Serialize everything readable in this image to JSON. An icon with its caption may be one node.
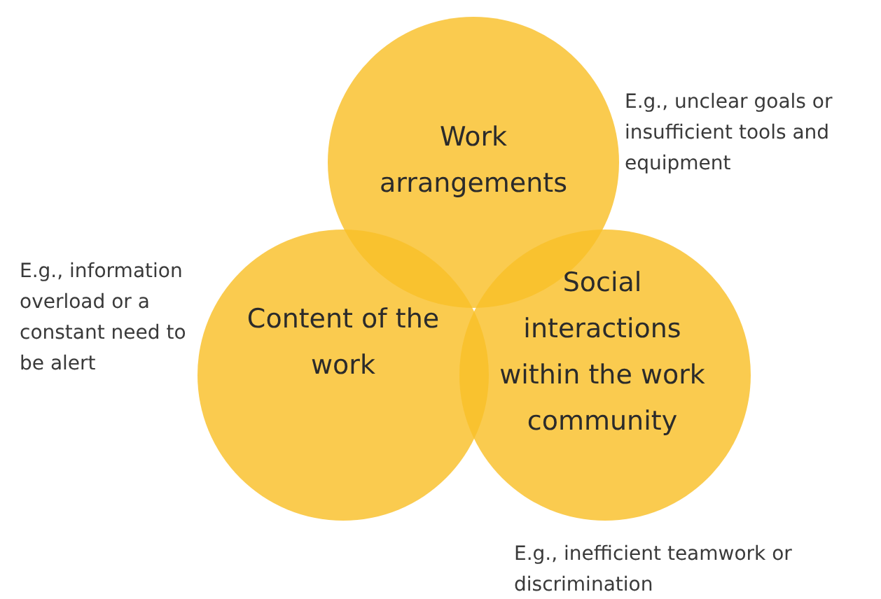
{
  "diagram": {
    "nodes": [
      {
        "text": [
          "Work arrangements"
        ],
        "beside": [
          "E.g., unclear goals or insufficient tools and equipment"
        ]
      },
      {
        "text": [
          "Content of the work"
        ],
        "beside": [
          "E.g., information overload or a constant need to be alert"
        ]
      },
      {
        "text": [
          "Social interactions within the work community"
        ],
        "beside": [
          "E.g., inefficient teamwork or discrimination"
        ]
      }
    ]
  }
}
